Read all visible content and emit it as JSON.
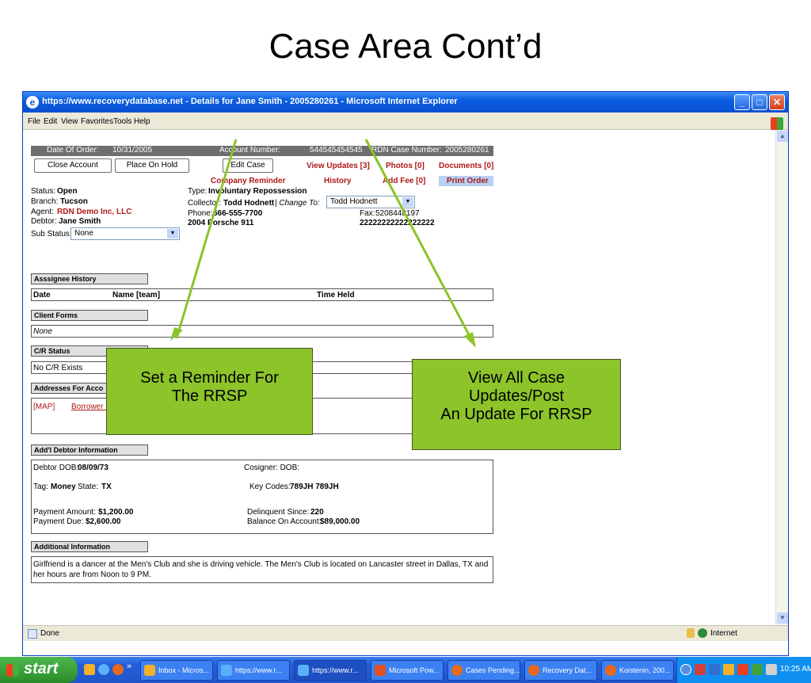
{
  "slide": {
    "title": "Case Area Cont’d"
  },
  "window": {
    "title": "https://www.recoverydatabase.net - Details for Jane Smith - 2005280261 - Microsoft Internet Explorer",
    "menu": [
      "File",
      "Edit",
      "View",
      "Favorites",
      "Tools",
      "Help"
    ],
    "status_text": "Done",
    "zone": "Internet"
  },
  "case": {
    "date_of_order_label": "Date Of Order:",
    "date_of_order": "10/31/2005",
    "account_number_label": "Account Number:",
    "account_number": "544545454545",
    "rdn_case_label": "RDN Case Number:",
    "rdn_case_number": "2005280261",
    "close_account": "Close Account",
    "place_on_hold": "Place On Hold",
    "edit_case": "Edit Case",
    "view_updates": "View Updates [3]",
    "photos": "Photos [0]",
    "documents": "Documents [0]",
    "company_reminder": "Company Reminder",
    "history": "History",
    "add_fee": "Add Fee [0]",
    "print_order": "Print Order",
    "status_label": "Status:",
    "status": "Open",
    "branch_label": "Branch:",
    "branch": "Tucson",
    "agent_label": "Agent:",
    "agent": "RDN Demo Inc, LLC",
    "debtor_label": "Debtor:",
    "debtor": "Jane Smith",
    "sub_status_label": "Sub Status:",
    "sub_status": "None",
    "type_label": "Type:",
    "type": "Involuntary Repossession",
    "collector_label": "Collector:",
    "collector": "Todd Hodnett",
    "change_to_label": "| Change To:",
    "change_to": "Todd Hodnett",
    "phone_label": "Phone:",
    "phone": "666-555-7700",
    "vehicle": "2004 Porsche 911",
    "fax_label": "Fax:",
    "fax": "5208448197",
    "vin": "22222222222222222"
  },
  "sections": {
    "assignee_history": {
      "header": "Asssignee History",
      "col_date": "Date",
      "col_name": "Name [team]",
      "col_time": "Time Held"
    },
    "client_forms": {
      "header": "Client Forms",
      "value": "None"
    },
    "cr_status": {
      "header": "C/R Status",
      "value": "No C/R Exists"
    },
    "addresses": {
      "header": "Addresses For Acco",
      "map": "[MAP]",
      "borrower": "Borrower -"
    },
    "debtor_info": {
      "header": "Add'l Debtor Information",
      "dob_label": "Debtor DOB:",
      "dob": "08/09/73",
      "cosigner_label": "Cosigner: DOB:",
      "tag_label": "Tag:",
      "tag": "Money",
      "state_label": "State:",
      "state": "TX",
      "key_codes_label": "Key Codes:",
      "key_codes": "789JH 789JH",
      "payment_amount_label": "Payment Amount:",
      "payment_amount": "$1,200.00",
      "delinquent_label": "Delinquent Since:",
      "delinquent": "220",
      "payment_due_label": "Payment Due:",
      "payment_due": "$2,600.00",
      "balance_label": "Balance On Account:",
      "balance": "$89,000.00"
    },
    "additional": {
      "header": "Additional Information",
      "line1": "Girlfriend is a dancer at the Men's Club and she is driving vehicle. The Men's Club is located on Lancaster street in Dallas, TX and",
      "line2": "her hours are from Noon to 9 PM."
    }
  },
  "callouts": {
    "reminder_line1": "Set a Reminder For",
    "reminder_line2": "The RRSP",
    "updates_line1": "View All Case",
    "updates_line2": "Updates/Post",
    "updates_line3": "An Update For RRSP",
    "color": "#8cc42a"
  },
  "taskbar": {
    "start": "start",
    "tasks": [
      "Inbox - Micros...",
      "https://www.r...",
      "https://www.r...",
      "Microsoft Pow...",
      "Cases Pending...",
      "Recovery Dat...",
      "Koistenin, 200..."
    ],
    "clock": "10:25 AM"
  }
}
